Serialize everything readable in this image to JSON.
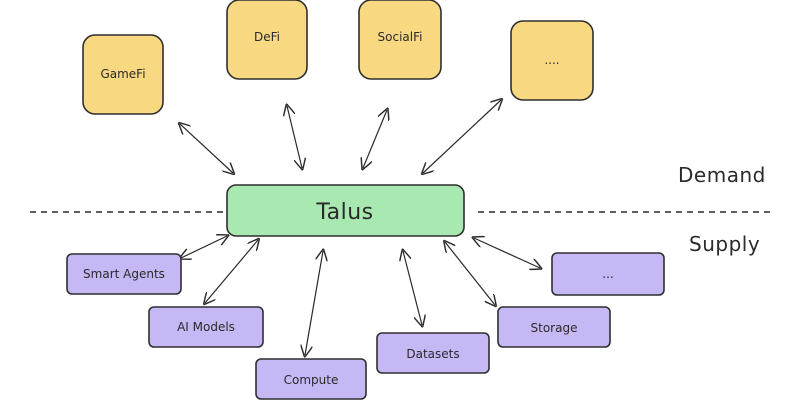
{
  "diagram": {
    "center": {
      "label": "Talus",
      "fill": "#a8e8b1",
      "stroke": "#2f2f2f"
    },
    "demand_label": "Demand",
    "supply_label": "Supply",
    "demand_items": [
      {
        "label": "GameFi",
        "fill": "#f8d981",
        "stroke": "#2f2f2f"
      },
      {
        "label": "DeFi",
        "fill": "#f8d981",
        "stroke": "#2f2f2f"
      },
      {
        "label": "SocialFi",
        "fill": "#f8d981",
        "stroke": "#2f2f2f"
      },
      {
        "label": "....",
        "fill": "#f8d981",
        "stroke": "#2f2f2f"
      }
    ],
    "supply_items": [
      {
        "label": "Smart Agents",
        "fill": "#c6b8f4",
        "stroke": "#2f2f2f"
      },
      {
        "label": "AI Models",
        "fill": "#c6b8f4",
        "stroke": "#2f2f2f"
      },
      {
        "label": "Compute",
        "fill": "#c6b8f4",
        "stroke": "#2f2f2f"
      },
      {
        "label": "Datasets",
        "fill": "#c6b8f4",
        "stroke": "#2f2f2f"
      },
      {
        "label": "Storage",
        "fill": "#c6b8f4",
        "stroke": "#2f2f2f"
      },
      {
        "label": "...",
        "fill": "#c6b8f4",
        "stroke": "#2f2f2f"
      }
    ]
  }
}
